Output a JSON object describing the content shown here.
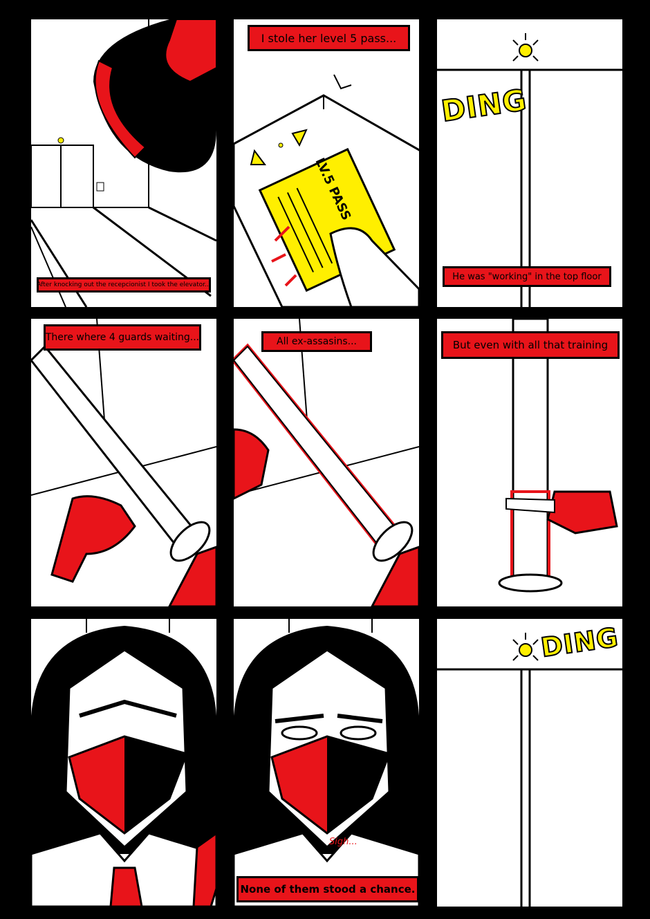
{
  "panels": [
    {
      "caption": "After knocking out the recepcionist I took the elevator..."
    },
    {
      "caption": "I stole her level 5 pass...",
      "card_text": "LV.5 PASS"
    },
    {
      "sfx": "DING",
      "caption": "He was \"working\" in the top floor"
    },
    {
      "caption": "There where 4 guards waiting..."
    },
    {
      "caption": "All ex-assasins..."
    },
    {
      "caption": "But even with all that training"
    },
    {},
    {
      "sfx_small": "Sigh...",
      "caption": "None of them stood a chance."
    },
    {
      "sfx": "DING"
    }
  ],
  "colors": {
    "red": "#e8141a",
    "yellow": "#ffef00",
    "black": "#000000",
    "white": "#ffffff"
  }
}
